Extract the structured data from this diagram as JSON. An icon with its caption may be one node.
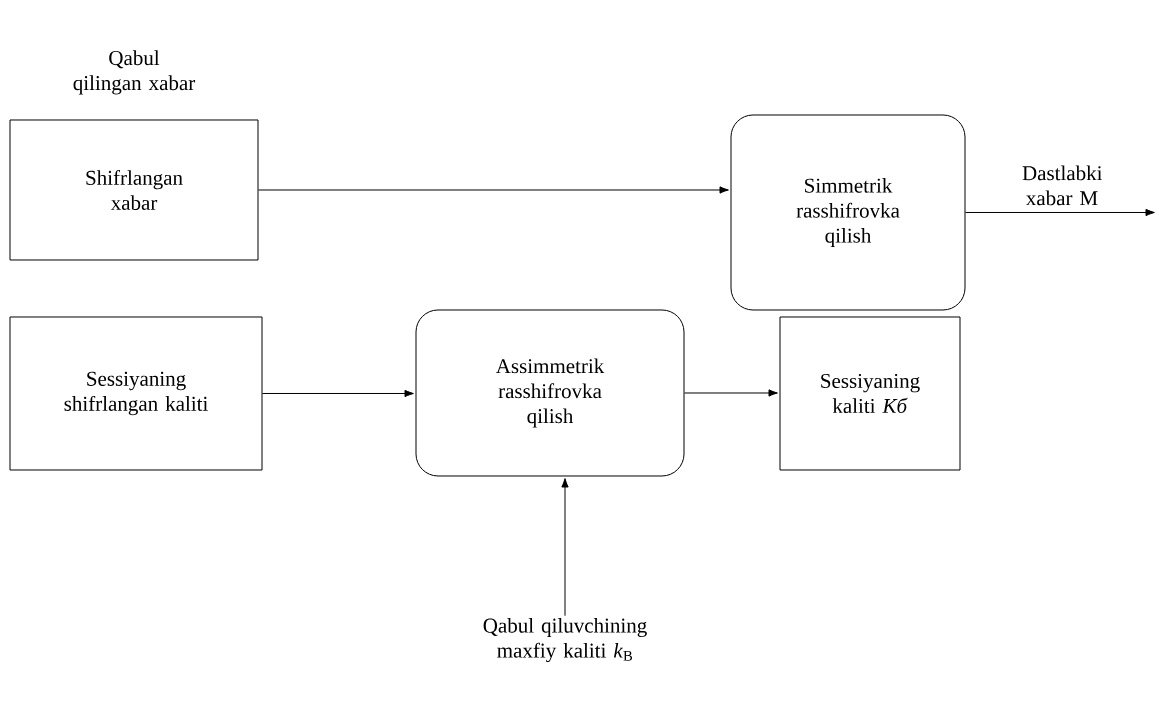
{
  "diagram": {
    "nodes": [
      {
        "text": [
          "Qabul qilingan xabar",
          "Shifrlangan xabar"
        ]
      },
      {
        "text": [
          "Simmetrik rasshifrovka qilish"
        ]
      },
      {
        "text": [
          "Sessiyaning shifrlangan kaliti"
        ]
      },
      {
        "text": [
          "Assimmetrik rasshifrovka qilish"
        ]
      },
      {
        "text": [
          "Sessiyaning kaliti *Kб*"
        ]
      },
      {
        "text": [
          "Qabul qiluvchining maxfiy kaliti *k*$_{B}$"
        ]
      }
    ],
    "edges": [
      {
        "from": 0,
        "to": 1,
        "arrow": "to"
      },
      {
        "from": 1,
        "to": null,
        "arrow": "to",
        "label": "Dastlabki xabar M"
      },
      {
        "from": 2,
        "to": 3,
        "arrow": "to"
      },
      {
        "from": 3,
        "to": 4,
        "arrow": "to"
      },
      {
        "from": 5,
        "to": 3,
        "arrow": "to"
      }
    ]
  }
}
